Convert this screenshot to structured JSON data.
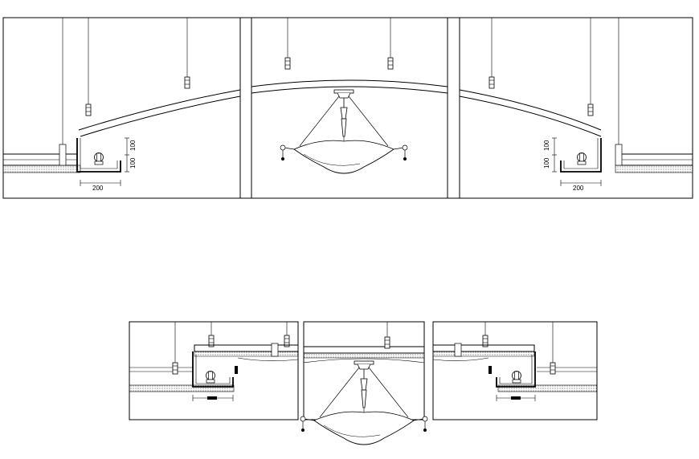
{
  "top_section": {
    "left_detail": {
      "width_dimension": "200",
      "height_dimensions": [
        "100",
        "100"
      ]
    },
    "right_detail": {
      "width_dimension": "200",
      "height_dimensions": [
        "100",
        "100"
      ]
    }
  },
  "bottom_section": {
    "panels": [
      "left-cove-detail",
      "center-chandelier-detail",
      "right-cove-detail"
    ]
  }
}
